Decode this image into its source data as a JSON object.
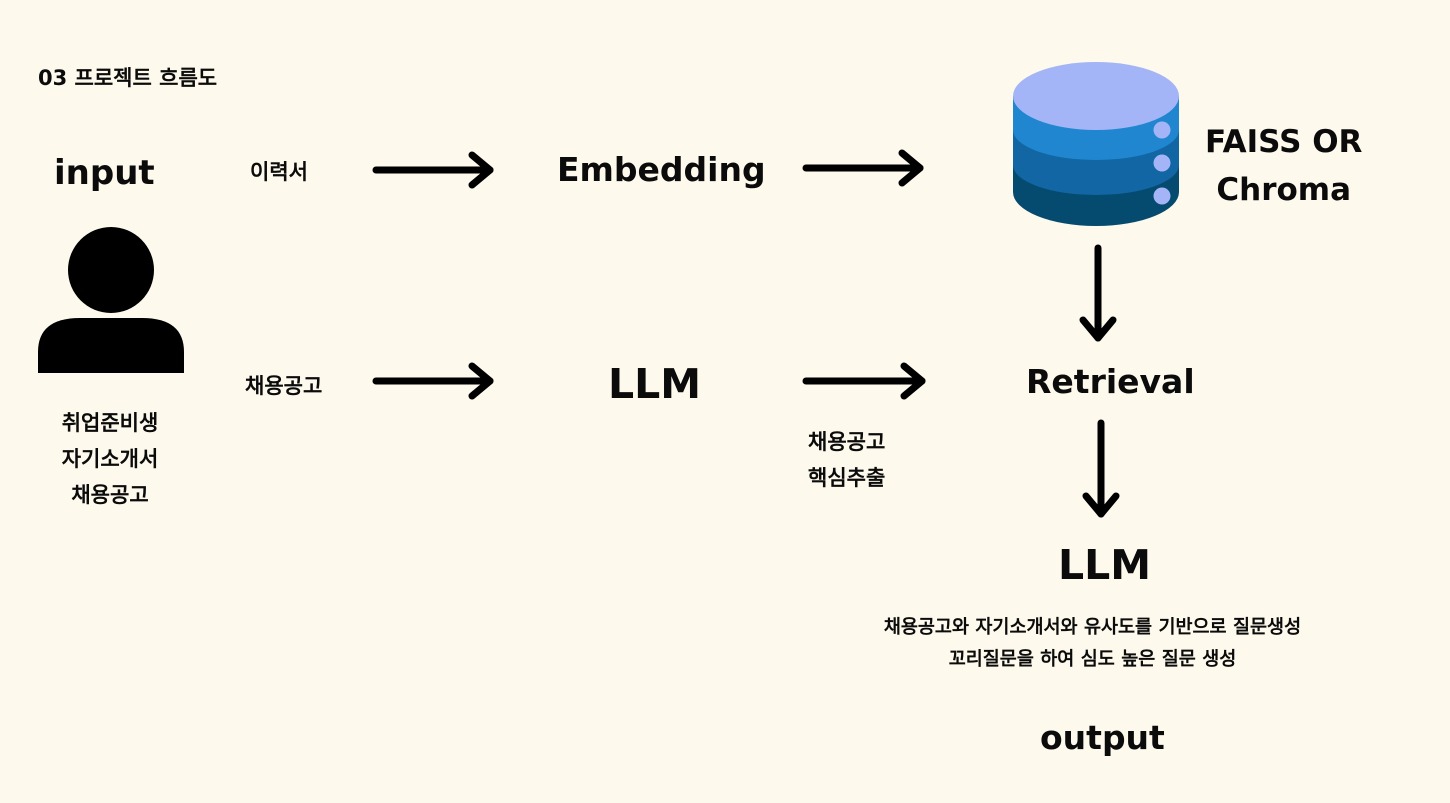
{
  "header": {
    "title": "03 프로젝트 흐름도"
  },
  "input": {
    "label": "input",
    "persona_lines": [
      "취업준비생",
      "자기소개서",
      "채용공고"
    ]
  },
  "row1": {
    "source_label": "이력서",
    "process_label": "Embedding",
    "store_label": [
      "FAISS OR",
      "Chroma"
    ]
  },
  "row2": {
    "source_label": "채용공고",
    "process_label": "LLM",
    "extract_lines": [
      "채용공고",
      "핵심추출"
    ],
    "retrieval_label": "Retrieval"
  },
  "final": {
    "llm_label": "LLM",
    "description_lines": [
      "채용공고와 자기소개서와 유사도를 기반으로 질문생성",
      "꼬리질문을 하여 심도 높은 질문 생성"
    ],
    "output_label": "output"
  },
  "colors": {
    "background": "#fdf9ec",
    "text": "#0b0b0b",
    "db_top": "#a4b5f7",
    "db_layer1": "#1f86cf",
    "db_layer2": "#1266a3",
    "db_layer3": "#054a6f",
    "db_dots": "#a4b5f7"
  },
  "icons": {
    "person": "person-icon",
    "database": "database-icon"
  }
}
